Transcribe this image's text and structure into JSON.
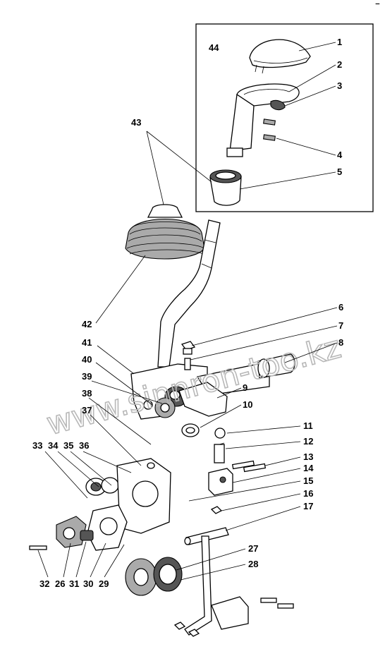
{
  "inset_label": "44",
  "watermark": "www.sinnron-too.kz",
  "corner_mark": "⁻",
  "callouts": [
    {
      "id": "1",
      "text": "1"
    },
    {
      "id": "2",
      "text": "2"
    },
    {
      "id": "3",
      "text": "3"
    },
    {
      "id": "4",
      "text": "4"
    },
    {
      "id": "5",
      "text": "5"
    },
    {
      "id": "6",
      "text": "6"
    },
    {
      "id": "7",
      "text": "7"
    },
    {
      "id": "8",
      "text": "8"
    },
    {
      "id": "9",
      "text": "9"
    },
    {
      "id": "10",
      "text": "10"
    },
    {
      "id": "11",
      "text": "11"
    },
    {
      "id": "12",
      "text": "12"
    },
    {
      "id": "13",
      "text": "13"
    },
    {
      "id": "14",
      "text": "14"
    },
    {
      "id": "15",
      "text": "15"
    },
    {
      "id": "16",
      "text": "16"
    },
    {
      "id": "17",
      "text": "17"
    },
    {
      "id": "27",
      "text": "27"
    },
    {
      "id": "28",
      "text": "28"
    },
    {
      "id": "29",
      "text": "29"
    },
    {
      "id": "30",
      "text": "30"
    },
    {
      "id": "31",
      "text": "31"
    },
    {
      "id": "26",
      "text": "26"
    },
    {
      "id": "32",
      "text": "32"
    },
    {
      "id": "33",
      "text": "33"
    },
    {
      "id": "34",
      "text": "34"
    },
    {
      "id": "35",
      "text": "35"
    },
    {
      "id": "36",
      "text": "36"
    },
    {
      "id": "37",
      "text": "37"
    },
    {
      "id": "38",
      "text": "38"
    },
    {
      "id": "39",
      "text": "39"
    },
    {
      "id": "40",
      "text": "40"
    },
    {
      "id": "41",
      "text": "41"
    },
    {
      "id": "42",
      "text": "42"
    },
    {
      "id": "43",
      "text": "43"
    }
  ]
}
